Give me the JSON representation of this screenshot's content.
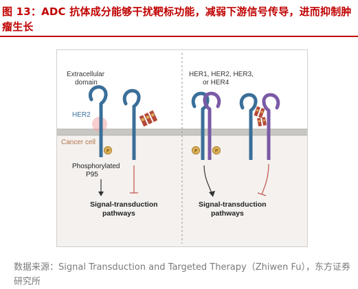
{
  "title": "图 13：ADC 抗体成分能够干扰靶标功能，减弱下游信号传导，进而抑制肿瘤生长",
  "diagram": {
    "label_extracellular": [
      "Extracellular",
      "domain"
    ],
    "label_her2": "HER2",
    "label_cancer_cell": "Cancer cell",
    "label_phospho": [
      "Phosphorylated",
      "P95"
    ],
    "label_signal_left": [
      "Signal-transduction",
      "pathways"
    ],
    "label_her_family": [
      "HER1, HER2, HER3,",
      "or HER4"
    ],
    "label_signal_right": [
      "Signal-transduction",
      "pathways"
    ],
    "phospho_mark": "P",
    "colors": {
      "her2_blue": "#3a6f99",
      "partner_purple": "#7a5aa6",
      "membrane": "#c9c7c3",
      "cytoplasm": "#f4f1ee",
      "extracellular": "#ffffff",
      "adc_red": "#b44a3a",
      "adc_gold": "#d9b05a",
      "phospho_gold": "#e0b45a",
      "inhibit_red": "#c0504d",
      "cell_label": "#b5754a",
      "dash_divider": "#9a9a9a"
    }
  },
  "source": "数据来源：Signal Transduction and Targeted Therapy（Zhiwen Fu），东方证券研究所"
}
